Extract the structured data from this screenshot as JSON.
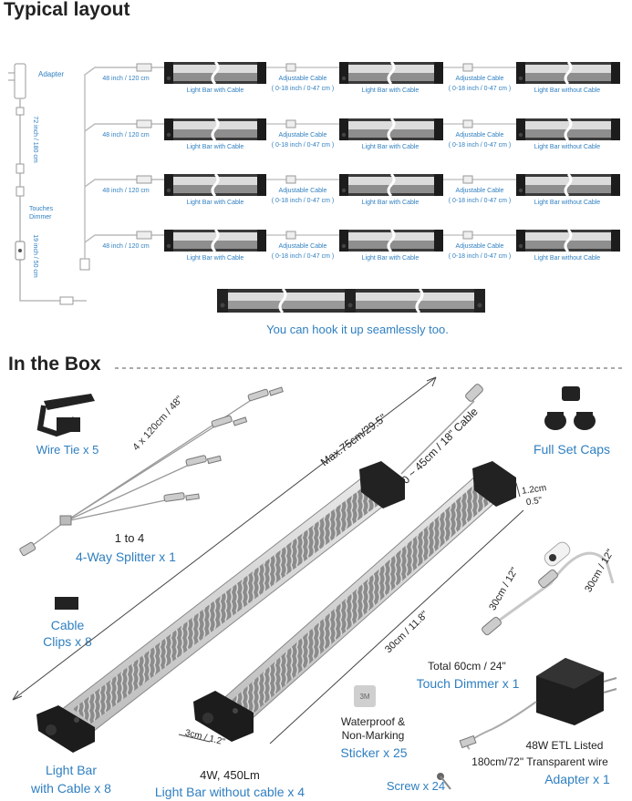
{
  "headings": {
    "typical": "Typical layout",
    "inbox": "In the Box"
  },
  "layout": {
    "adapter": "Adapter",
    "cable_72": "72 inch / 180 cm",
    "touches": "Touches",
    "dimmer": "Dimmer",
    "cable_19": "19 inch / 50 cm",
    "cable_48": "48 inch / 120 cm",
    "bar_with_cable": "Light Bar with Cable",
    "bar_without_cable": "Light Bar without Cable",
    "adj_cable": "Adjustable Cable",
    "adj_range": "( 0-18 inch / 0-47 cm )",
    "seamless": "You can hook it up seamlessly too."
  },
  "box": {
    "wire_tie": "Wire Tie x 5",
    "splitter_cable": "4 x 120cm / 48\"",
    "one_to_four": "1 to 4",
    "splitter": "4-Way Splitter x 1",
    "clips_1": "Cable",
    "clips_2": "Clips x 8",
    "max_len": "Max.75cm/29.5\"",
    "cable_len": "0 ~ 45cm / 18\" Cable",
    "caps": "Full Set Caps",
    "dim_12cm": "1.2cm",
    "dim_05": "0.5\"",
    "dim_30cm": "30cm / 11.8\"",
    "dim_3cm": "3cm / 1.2\"",
    "dimmer_30a": "30cm / 12\"",
    "dimmer_30b": "30cm / 12\"",
    "dimmer_total": "Total 60cm / 24\"",
    "dimmer": "Touch Dimmer x 1",
    "sticker_1": "Waterproof &",
    "sticker_2": "Non-Marking",
    "sticker_3": "Sticker x 25",
    "sticker_logo": "3M",
    "adapter_1": "48W ETL Listed",
    "adapter_2": "180cm/72\" Transparent wire",
    "adapter_3": "Adapter x 1",
    "lightbar_1": "Light Bar",
    "lightbar_2": "with Cable x 8",
    "power": "4W, 450Lm",
    "lightbar_nc": "Light Bar without cable x 4",
    "screw": "Screw x 24"
  },
  "colors": {
    "blue": "#2f7fc0",
    "dark": "#222222",
    "bar": "#5a5a5a"
  }
}
